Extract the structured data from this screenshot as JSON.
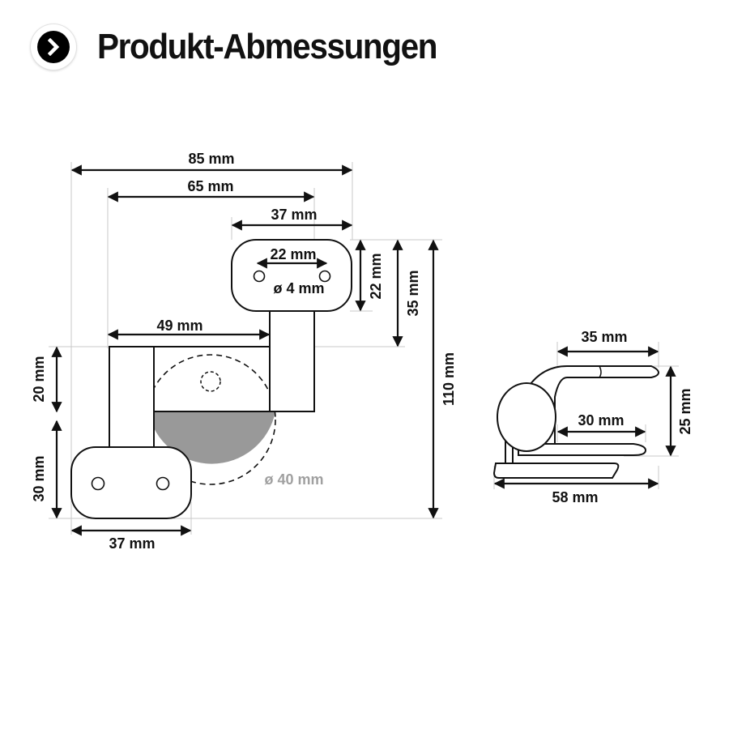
{
  "header": {
    "title": "Produkt-Abmessungen",
    "icon": "chevron-right-circle-icon"
  },
  "front_view": {
    "overall_width": "85 mm",
    "arm_width": "65 mm",
    "top_plate_width": "37 mm",
    "hole_spacing": "22 mm",
    "hole_diameter": "ø 4 mm",
    "top_plate_height": "22 mm",
    "top_to_lower": "35 mm",
    "overall_height": "110 mm",
    "lower_offset": "49 mm",
    "lower_height": "20 mm",
    "bottom_plate_height": "30 mm",
    "bottom_plate_width": "37 mm",
    "wheel_diameter": "ø 40 mm"
  },
  "side_view": {
    "top_length": "35 mm",
    "lower_length": "30 mm",
    "height": "25 mm",
    "base_length": "58 mm"
  },
  "colors": {
    "line": "#111111",
    "extension": "#c8c8c8",
    "wheel_fill": "#999999",
    "wheel_label": "#a0a0a0"
  }
}
